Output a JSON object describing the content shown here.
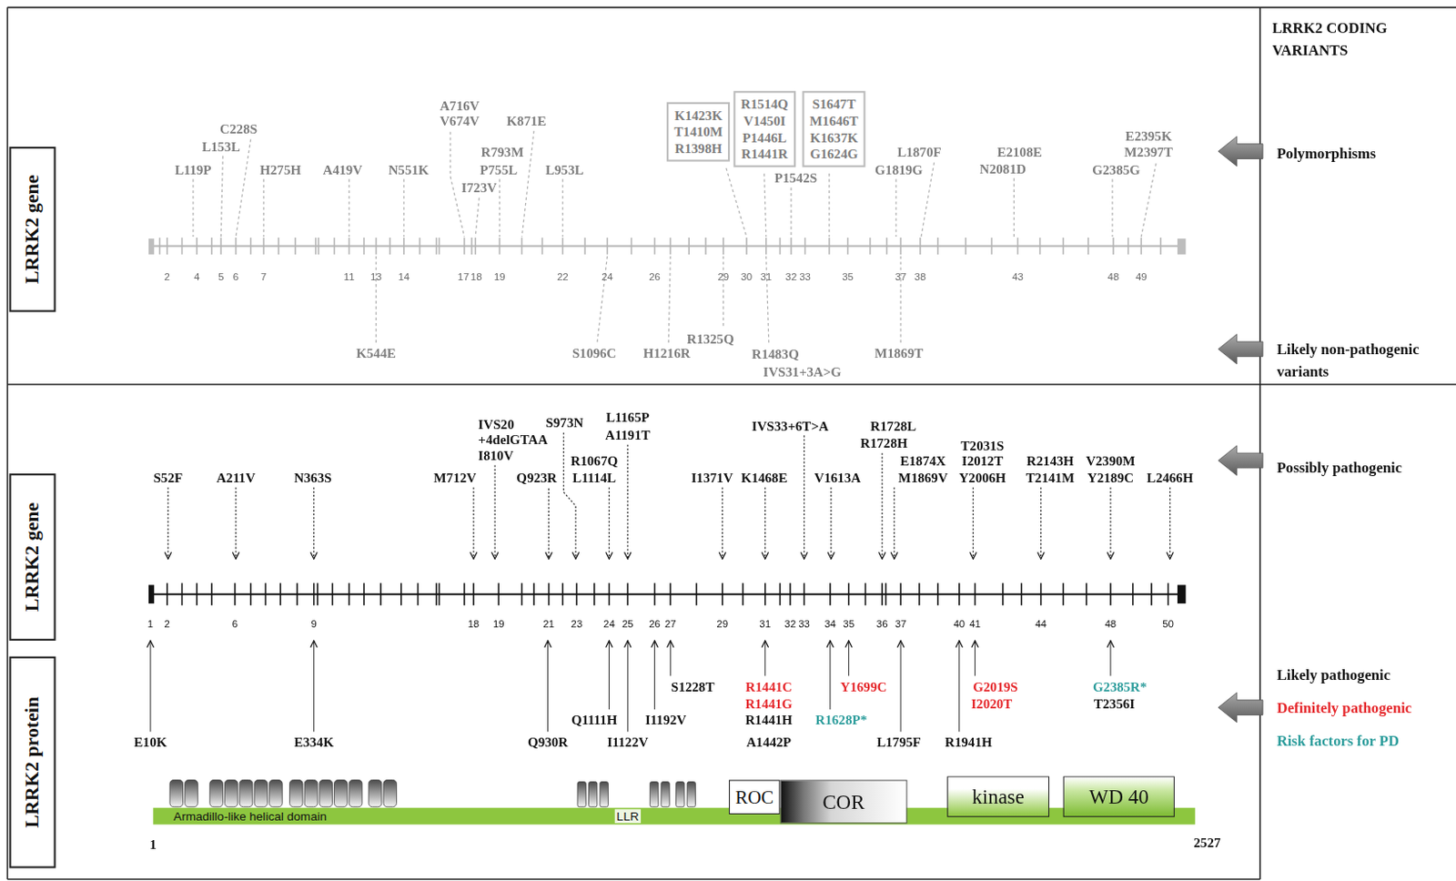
{
  "diagram": {
    "nodes": [
      {
        "text": [
          "LRRK2 gene"
        ]
      },
      {
        "text": [
          "K1423K",
          "T1410M",
          "R1398H"
        ]
      },
      {
        "text": [
          "R1514Q",
          "V1450I",
          "P1446L",
          "R1441R"
        ]
      },
      {
        "text": [
          "S1647T",
          "M1646T",
          "K1637K",
          "G1624G"
        ]
      },
      {
        "text": [
          "LRRK2 gene"
        ]
      },
      {
        "text": [
          "LRRK2 protein"
        ]
      },
      {
        "text": [
          "Armadillo-like helical domain",
          "LLR"
        ]
      },
      {
        "text": [
          "ROC"
        ]
      },
      {
        "text": [
          "COR"
        ]
      },
      {
        "text": [
          "kinase"
        ]
      },
      {
        "text": [
          "WD 40"
        ]
      }
    ],
    "labels": [
      "L119P",
      "L153L",
      "C228S",
      "H275H",
      "A419V",
      "N551K",
      "A716V",
      "V674V",
      "I723V",
      "R793M",
      "P755L",
      "K871E",
      "L953L",
      "P1542S",
      "L1870F",
      "G1819G",
      "E2108E",
      "N2081D",
      "E2395K",
      "M2397T",
      "G2385G",
      "2",
      "4",
      "5",
      "6",
      "7",
      "11",
      "13",
      "14",
      "17",
      "18",
      "19",
      "22",
      "24",
      "26",
      "29",
      "30",
      "31",
      "32",
      "33",
      "35",
      "37",
      "38",
      "43",
      "48",
      "49",
      "K544E",
      "S1096C",
      "H1216R",
      "R1325Q",
      "R1483Q",
      "IVS31+3A>G",
      "M1869T",
      "LRRK2 CODING VARIANTS",
      "Polymorphisms",
      "Likely non-pathogenic variants",
      "Possibly pathogenic",
      "S52F",
      "A211V",
      "N363S",
      "M712V",
      "IVS20",
      "+4delGTAA",
      "I810V",
      "Q923R",
      "S973N",
      "R1067Q",
      "L1114L",
      "L1165P",
      "A1191T",
      "I1371V",
      "K1468E",
      "IVS33+6T>A",
      "V1613A",
      "R1728L",
      "R1728H",
      "E1874X",
      "M1869V",
      "T2031S",
      "I2012T",
      "Y2006H",
      "R2143H",
      "T2141M",
      "V2390M",
      "Y2189C",
      "L2466H",
      "1",
      "2",
      "6",
      "9",
      "18",
      "19",
      "21",
      "23",
      "24",
      "25",
      "26",
      "27",
      "29",
      "31",
      "32",
      "33",
      "34",
      "35",
      "36",
      "37",
      "40",
      "41",
      "44",
      "48",
      "50",
      "E10K",
      "E334K",
      "Q930R",
      "Q1111H",
      "I1122V",
      "I1192V",
      "S1228T",
      "R1441C",
      "R1441G",
      "R1441H",
      "A1442P",
      "R1628P*",
      "Y1699C",
      "L1795F",
      "R1941H",
      "G2019S",
      "I2020T",
      "G2385R*",
      "T2356I",
      "Likely pathogenic",
      "Definitely pathogenic",
      "Risk factors for PD",
      "1",
      "2527"
    ]
  }
}
